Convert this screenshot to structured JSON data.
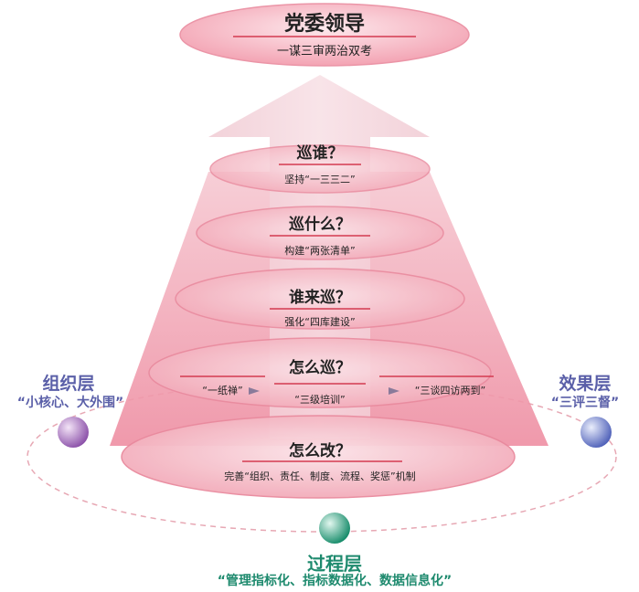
{
  "top": {
    "title": "党委领导",
    "subtitle": "一谋三审两治双考"
  },
  "layers": [
    {
      "title": "巡谁？",
      "subtitle": "坚持“一三三二”"
    },
    {
      "title": "巡什么？",
      "subtitle": "构建“两张清单”"
    },
    {
      "title": "谁来巡？",
      "subtitle": "强化“四库建设”"
    },
    {
      "title": "怎么巡？",
      "items": [
        "“一纸禅”",
        "“三级培训”",
        "“三谈四访两到”"
      ]
    },
    {
      "title": "怎么改？",
      "subtitle": "完善“组织、责任、制度、流程、奖惩”机制"
    }
  ],
  "left": {
    "title": "组织层",
    "subtitle": "“小核心、大外围”"
  },
  "right": {
    "title": "效果层",
    "subtitle": "“三评三督”"
  },
  "bottom": {
    "title": "过程层",
    "subtitle": "“管理指标化、指标数据化、数据信息化”"
  },
  "colors": {
    "pink": "#f08ca0",
    "red_line": "#d43a50",
    "side_text": "#5a5fa8",
    "bottom_text": "#1e8a6e"
  }
}
